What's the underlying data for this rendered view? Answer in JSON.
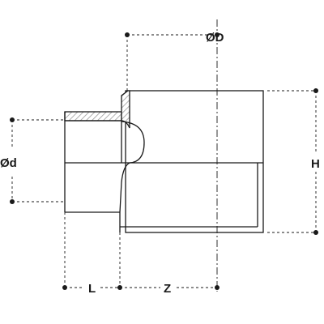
{
  "labels": {
    "outer_diameter": "ØD",
    "inner_diameter": "Ød",
    "height": "H",
    "spigot_length": "L",
    "offset": "Z"
  },
  "colors": {
    "line": "#1a1a1a",
    "hatch": "#9a9a9a",
    "background": "#ffffff"
  }
}
